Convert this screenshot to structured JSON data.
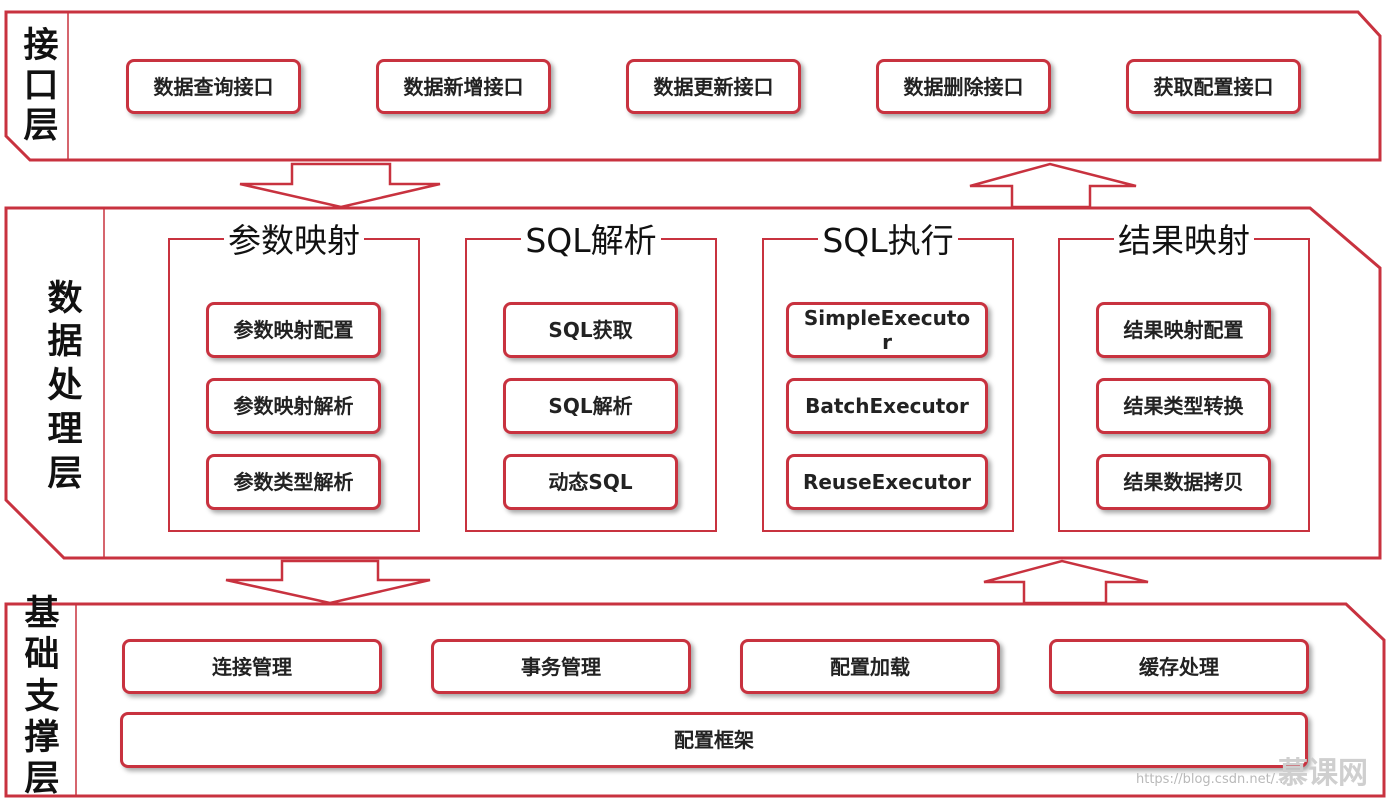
{
  "colors": {
    "accent": "#c8323f",
    "text": "#222222"
  },
  "interface_layer": {
    "label": [
      "接",
      "口",
      "层"
    ],
    "items": [
      "数据查询接口",
      "数据新增接口",
      "数据更新接口",
      "数据删除接口",
      "获取配置接口"
    ]
  },
  "processing_layer": {
    "label": [
      "数",
      "据",
      "处",
      "理",
      "层"
    ],
    "modules": [
      {
        "title": "参数映射",
        "items": [
          "参数映射配置",
          "参数映射解析",
          "参数类型解析"
        ]
      },
      {
        "title": "SQL解析",
        "items": [
          "SQL获取",
          "SQL解析",
          "动态SQL"
        ]
      },
      {
        "title": "SQL执行",
        "items": [
          "SimpleExecutor",
          "BatchExecutor",
          "ReuseExecutor"
        ]
      },
      {
        "title": "结果映射",
        "items": [
          "结果映射配置",
          "结果类型转换",
          "结果数据拷贝"
        ]
      }
    ]
  },
  "support_layer": {
    "label": [
      "基",
      "础",
      "支",
      "撑",
      "层"
    ],
    "items": [
      "连接管理",
      "事务管理",
      "配置加载",
      "缓存处理"
    ],
    "base": "配置框架"
  },
  "watermark": {
    "url": "https://blog.csdn.net/...",
    "logo": "慕课网"
  }
}
